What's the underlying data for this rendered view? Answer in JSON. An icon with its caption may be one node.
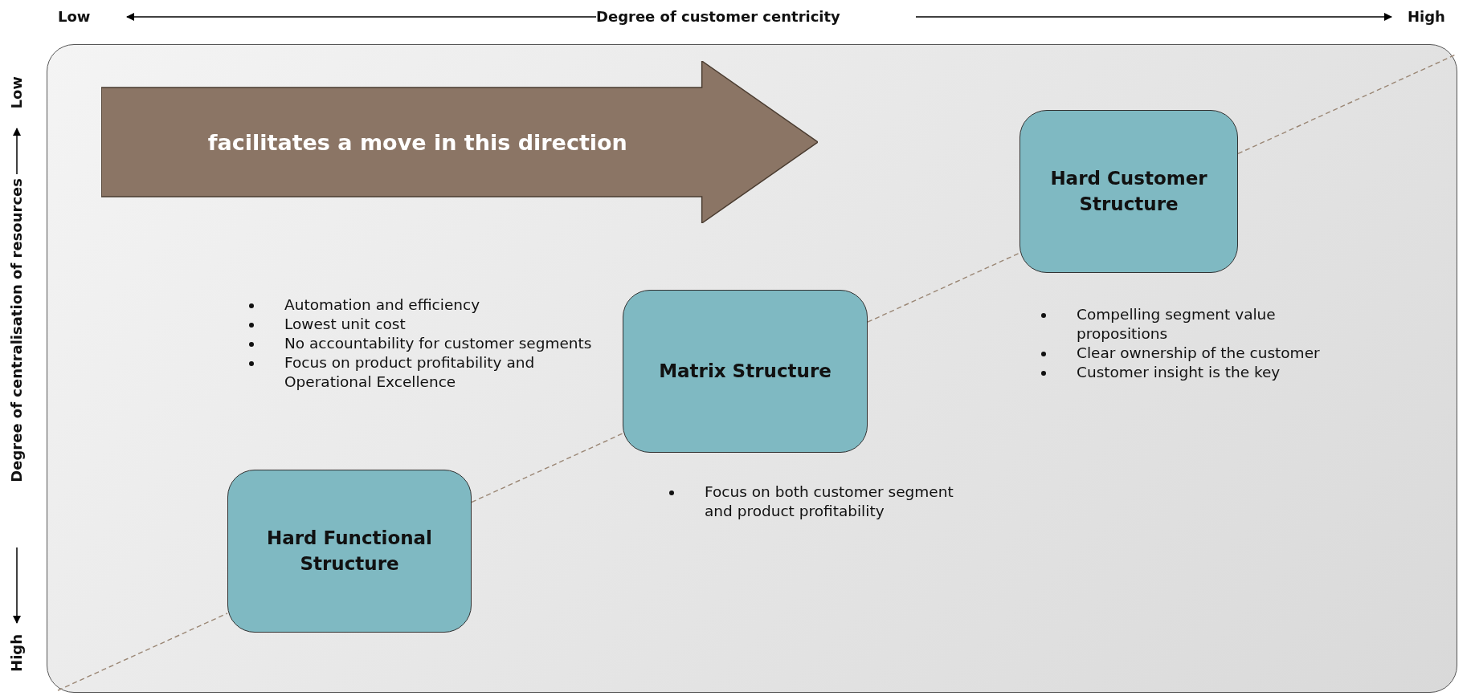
{
  "diagram": {
    "nodes": [
      {
        "text": [
          "facilitates a move in this direction"
        ]
      },
      {
        "text": [
          "Hard Customer Structure"
        ],
        "beside": [
          "Compelling segment value propositions",
          "Clear ownership of the customer",
          "Customer insight is the key"
        ]
      },
      {
        "text": [
          "Matrix Structure"
        ],
        "beside": [
          "Focus on both customer segment and product profitability"
        ]
      },
      {
        "text": [
          "Hard Functional Structure"
        ],
        "beside": [
          "Automation and efficiency",
          "Lowest unit cost",
          "No accountability for customer segments",
          "Focus on product profitability and Operational Excellence"
        ]
      }
    ],
    "edges": [
      {
        "from": null,
        "to": 3,
        "arrow": "none",
        "style": "dashed"
      },
      {
        "from": 3,
        "to": 2,
        "arrow": "none",
        "style": "dashed"
      },
      {
        "from": 2,
        "to": 1,
        "arrow": "none",
        "style": "dashed"
      },
      {
        "from": 1,
        "to": null,
        "arrow": "none",
        "style": "dashed"
      }
    ],
    "labels": [
      "Low",
      "Degree of customer centricity",
      "High",
      "Low",
      "Degree of centralisation of resources",
      "High"
    ]
  }
}
